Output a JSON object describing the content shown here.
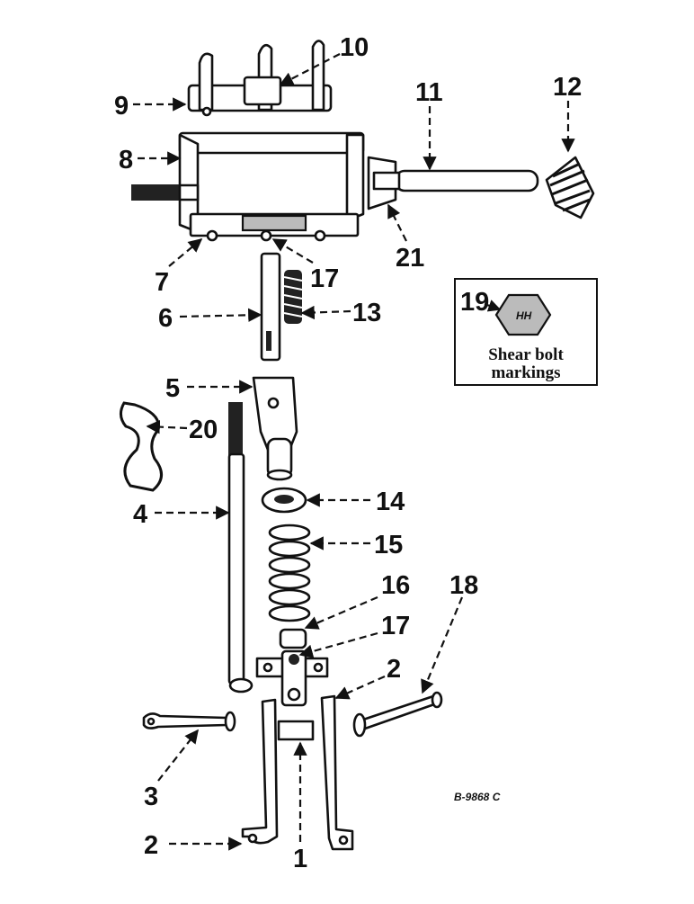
{
  "diagram": {
    "callouts": [
      "9",
      "10",
      "8",
      "11",
      "12",
      "21",
      "7",
      "17",
      "6",
      "13",
      "19",
      "5",
      "20",
      "4",
      "14",
      "15",
      "16",
      "17",
      "18",
      "2",
      "3",
      "2",
      "1"
    ],
    "inset": {
      "callout": "19",
      "line1": "Shear bolt",
      "line2": "markings"
    },
    "drawing_number": "B-9868 C"
  }
}
